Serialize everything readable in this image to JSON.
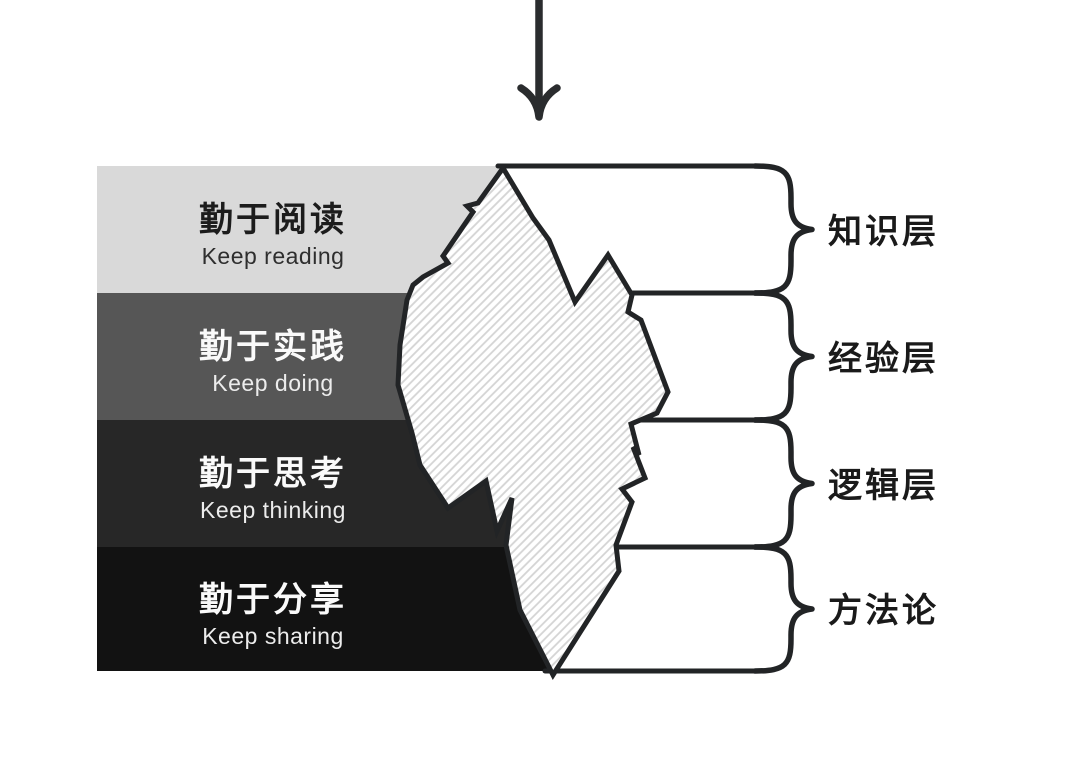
{
  "diagram": {
    "layers": [
      {
        "title": "勤于阅读",
        "subtitle": "Keep reading",
        "band_color": "#d9d9d9",
        "category": "知识层"
      },
      {
        "title": "勤于实践",
        "subtitle": "Keep doing",
        "band_color": "#565656",
        "category": "经验层"
      },
      {
        "title": "勤于思考",
        "subtitle": "Keep thinking",
        "band_color": "#272727",
        "category": "逻辑层"
      },
      {
        "title": "勤于分享",
        "subtitle": "Keep sharing",
        "band_color": "#121212",
        "category": "方法论"
      }
    ],
    "colors": {
      "outline": "#222426",
      "hatch_line": "#d4d4d4",
      "arrow": "#2a2c2e",
      "label_text": "#1a1a1a",
      "background": "#ffffff"
    },
    "icons": {
      "arrow": "down-arrow",
      "torn_shape": "jagged-torn-edge",
      "brace": "curly-brace"
    }
  }
}
